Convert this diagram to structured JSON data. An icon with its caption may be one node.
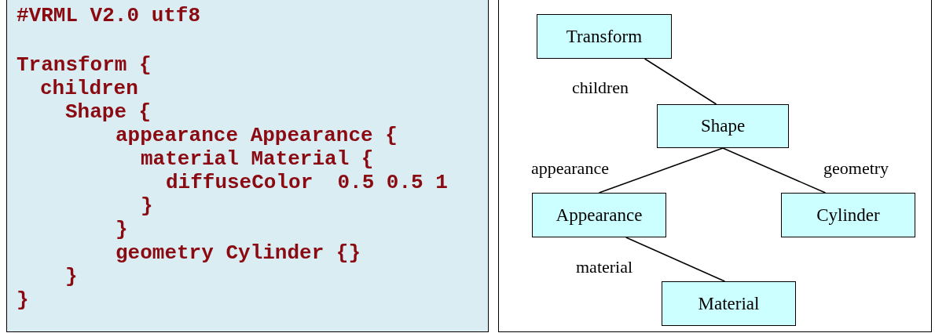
{
  "diagram": {
    "nodes": [
      {
        "text": [
          "#VRML V2.0 utf8",
          "Transform {",
          "children",
          "Shape {",
          "appearance Appearance {",
          "material Material {",
          "diffuseColor  0.5 0.5 1",
          "}",
          "}",
          "geometry Cylinder {}",
          "}",
          "}"
        ]
      },
      {
        "text": [
          "Transform"
        ]
      },
      {
        "text": [
          "Shape"
        ]
      },
      {
        "text": [
          "Appearance"
        ]
      },
      {
        "text": [
          "Cylinder"
        ]
      },
      {
        "text": [
          "Material"
        ]
      }
    ],
    "edges": [
      {
        "from": 1,
        "to": 2,
        "arrow": "none",
        "label": "children"
      },
      {
        "from": 2,
        "to": 3,
        "arrow": "none",
        "label": "appearance"
      },
      {
        "from": 2,
        "to": 4,
        "arrow": "none",
        "label": "geometry"
      },
      {
        "from": 3,
        "to": 5,
        "arrow": "none",
        "label": "material"
      }
    ]
  }
}
